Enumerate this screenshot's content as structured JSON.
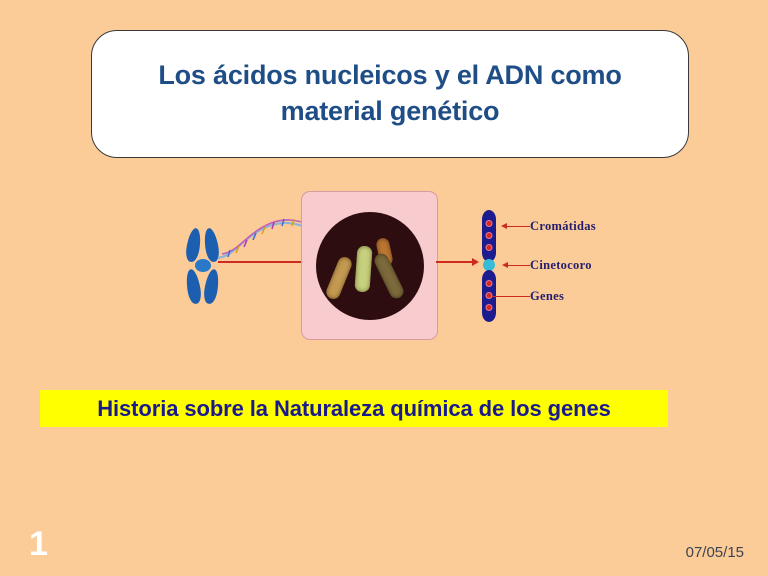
{
  "slide": {
    "background_color": "#FBCB98",
    "title": {
      "text": "Los ácidos nucleicos y el ADN como material genético",
      "line1": "Los ácidos nucleicos y el ADN como",
      "line2": "material genético",
      "color": "#1F4E87",
      "box_fill": "#FFFFFF",
      "box_border": "#3A3A3A"
    },
    "banner": {
      "text": "Historia sobre la Naturaleza química de los genes",
      "fill": "#FFFF00",
      "text_color": "#1A1A8C"
    },
    "footer": {
      "page_number": "1",
      "page_number_color": "#FFFFFF",
      "date": "07/05/15",
      "date_color": "#3D4450"
    }
  },
  "diagram": {
    "name": "chromosome-structure-diagram",
    "arrow_color": "#CF2A20",
    "left_panel": {
      "name": "condensed-chromosome-with-dna",
      "chromosome_color": "#1C5FB0",
      "dna_strand_colors": [
        "#B03CA8",
        "#3C6FD0",
        "#D4A017",
        "#7F7F7F"
      ]
    },
    "microscope_panel": {
      "name": "microscope-field-view",
      "panel_fill": "#F8CCCE",
      "panel_border": "#D99AA0",
      "field_fill": "#2E0D10",
      "stained_chromosome_colors": [
        "#C8A15A",
        "#C8D07A",
        "#C07A3A",
        "#7A6A3A"
      ],
      "chromosome_count": 4
    },
    "right_panel": {
      "name": "labeled-chromosome",
      "chromatid_color": "#1C1C8E",
      "gene_color": "#D12B22",
      "centromere_color": "#36BCD6",
      "labels": [
        {
          "id": "cromatidas",
          "text": "Cromátidas"
        },
        {
          "id": "cinetocoro",
          "text": "Cinetocoro"
        },
        {
          "id": "genes",
          "text": "Genes"
        }
      ],
      "label_color": "#241D6E"
    }
  }
}
